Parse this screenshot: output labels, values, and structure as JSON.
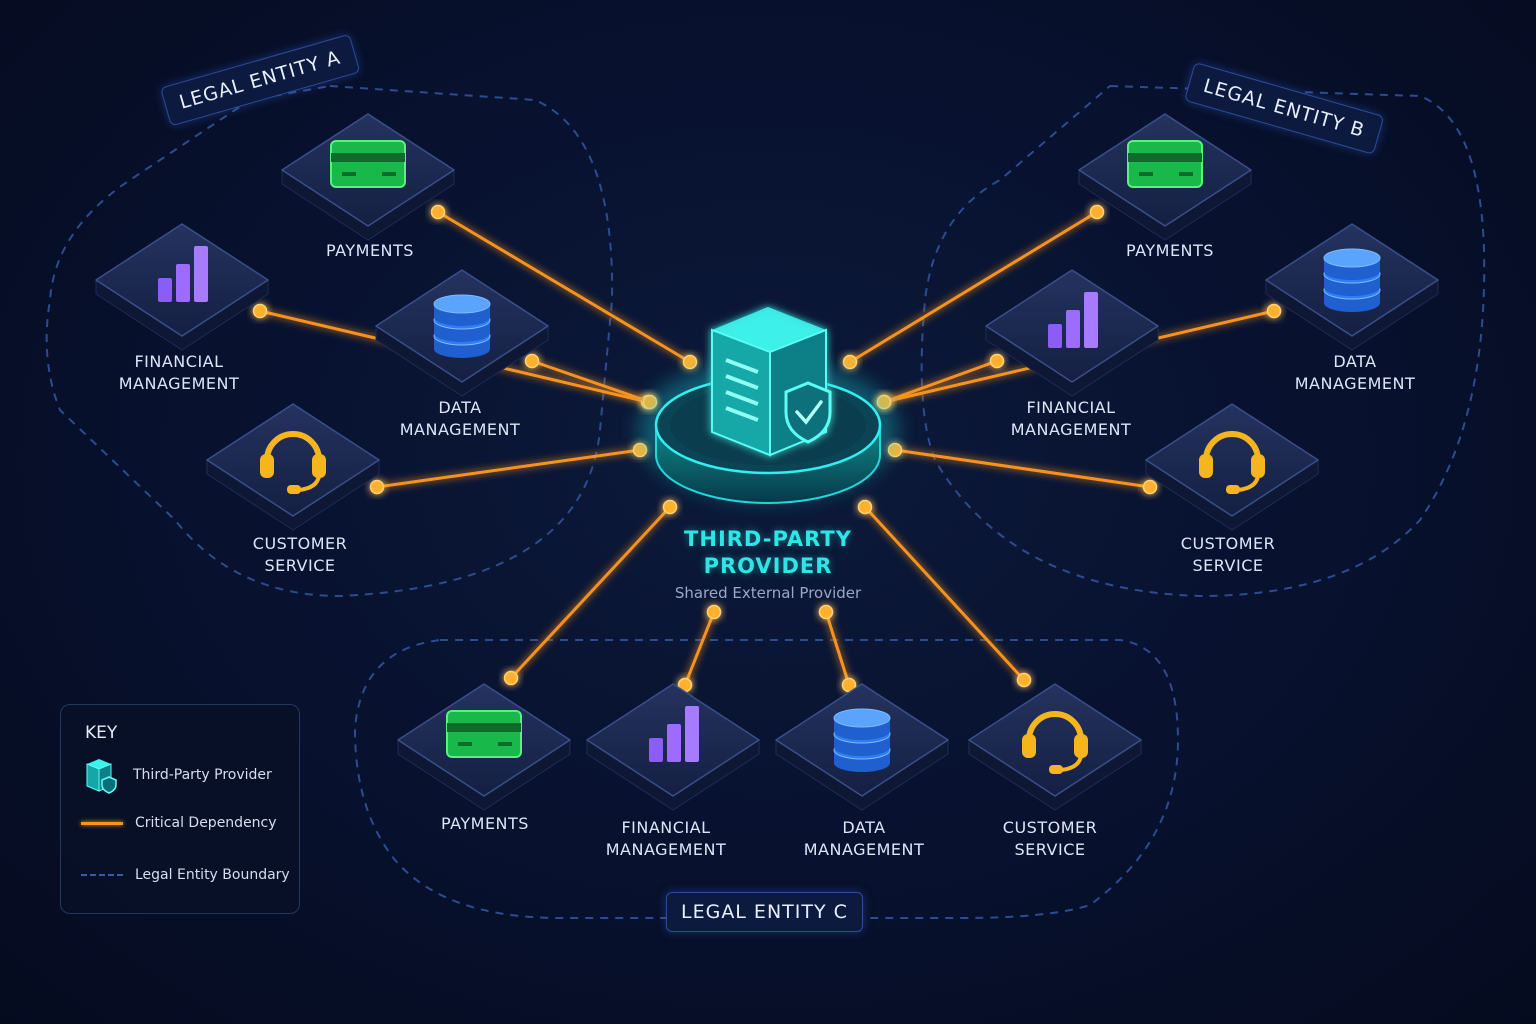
{
  "provider": {
    "title_line1": "THIRD-PARTY",
    "title_line2": "PROVIDER",
    "subtitle": "Shared External Provider"
  },
  "entities": {
    "a": {
      "label": "LEGAL ENTITY A",
      "services": [
        {
          "line1": "PAYMENTS",
          "line2": "",
          "icon": "credit-card-icon"
        },
        {
          "line1": "FINANCIAL",
          "line2": "MANAGEMENT",
          "icon": "bar-chart-icon"
        },
        {
          "line1": "DATA",
          "line2": "MANAGEMENT",
          "icon": "database-icon"
        },
        {
          "line1": "CUSTOMER",
          "line2": "SERVICE",
          "icon": "headset-icon"
        }
      ]
    },
    "b": {
      "label": "LEGAL ENTITY B",
      "services": [
        {
          "line1": "PAYMENTS",
          "line2": "",
          "icon": "credit-card-icon"
        },
        {
          "line1": "DATA",
          "line2": "MANAGEMENT",
          "icon": "database-icon"
        },
        {
          "line1": "FINANCIAL",
          "line2": "MANAGEMENT",
          "icon": "bar-chart-icon"
        },
        {
          "line1": "CUSTOMER",
          "line2": "SERVICE",
          "icon": "headset-icon"
        }
      ]
    },
    "c": {
      "label": "LEGAL ENTITY C",
      "services": [
        {
          "line1": "PAYMENTS",
          "line2": "",
          "icon": "credit-card-icon"
        },
        {
          "line1": "FINANCIAL",
          "line2": "MANAGEMENT",
          "icon": "bar-chart-icon"
        },
        {
          "line1": "DATA",
          "line2": "MANAGEMENT",
          "icon": "database-icon"
        },
        {
          "line1": "CUSTOMER",
          "line2": "SERVICE",
          "icon": "headset-icon"
        }
      ]
    }
  },
  "key": {
    "title": "KEY",
    "provider_label": "Third-Party Provider",
    "dependency_label": "Critical Dependency",
    "boundary_label": "Legal Entity Boundary"
  },
  "colors": {
    "dependency": "#f7931e",
    "provider": "#2ee6e6",
    "boundary": "#2d4c8f",
    "card": "#18b84a",
    "chart": "#8b5cf6",
    "database": "#2f7df6",
    "headset": "#f5b51d"
  }
}
